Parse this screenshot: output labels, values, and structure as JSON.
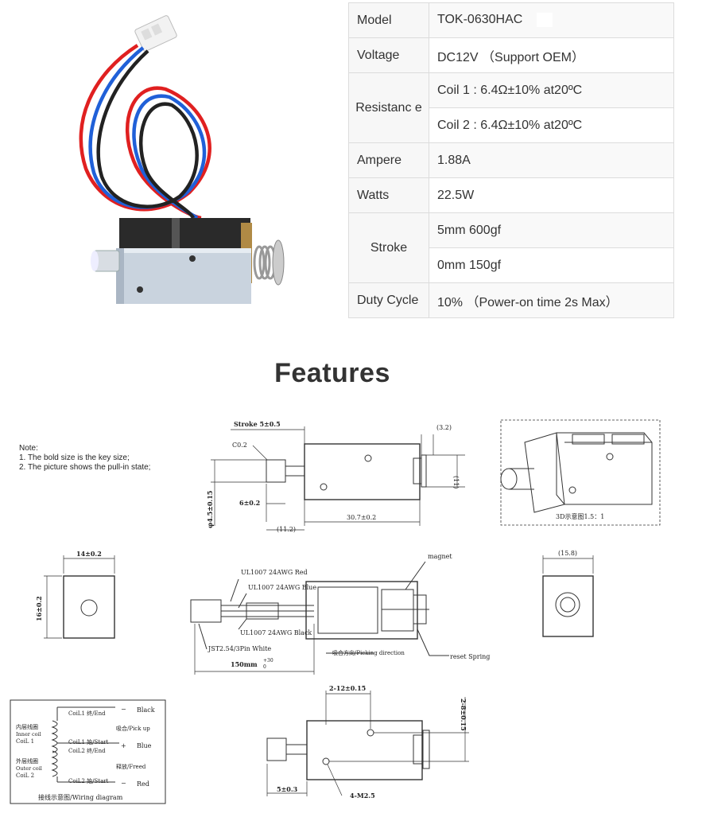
{
  "specs": {
    "rows": [
      {
        "key": "Model",
        "value": "TOK-0630HAC"
      },
      {
        "key": "Voltage",
        "value": "DC12V （Support OEM）"
      },
      {
        "key": "Resistanc e",
        "value": "Coil 1 : 6.4Ω±10%  at20ºC",
        "value2": "Coil 2 : 6.4Ω±10% at20ºC"
      },
      {
        "key": "Ampere",
        "value": "1.88A"
      },
      {
        "key": "Watts",
        "value": "22.5W"
      },
      {
        "key": "Stroke",
        "value": "5mm  600gf",
        "value2": "0mm  150gf"
      },
      {
        "key": "Duty Cycle",
        "value": "10% （Power-on time 2s Max）"
      }
    ]
  },
  "features": {
    "title": "Features"
  },
  "drawing": {
    "note": {
      "title": "Note:",
      "line1": "1. The bold size is the key size;",
      "line2": "2. The picture shows the pull-in state;"
    },
    "dims": {
      "stroke": "Stroke 5±0.5",
      "chamfer": "C0.2",
      "d32": "(3.2)",
      "d11": "(11)",
      "dia": "φ4.5±0.15",
      "six": "6±0.2",
      "len": "30.7±0.2",
      "d112": "(11.2)",
      "view3d": "3D示意图1.5：1",
      "w14": "14±0.2",
      "h16": "16±0.2",
      "d158": "(15.8)",
      "h212": "2-12±0.15",
      "v28": "2-8±0.15",
      "five": "5±0.3",
      "m25": "4-M2.5"
    },
    "wires": {
      "red": "UL1007 24AWG Red",
      "blue": "UL1007 24AWG Blue",
      "black": "UL1007 24AWG Black",
      "jst": "JST2.54/3Pin  White",
      "len": "150mm",
      "tol": "+30",
      "tol0": "0",
      "magnet": "magnet",
      "spring": "reset Spring",
      "direction": "吸合方向/Picking direction"
    },
    "wiring": {
      "black": "Black",
      "blue": "Blue",
      "red": "Red",
      "coil1_end": "CoiL1 终/End",
      "pickup": "吸合/Pick up",
      "coil1_start": "CoiL1 始/Start",
      "coil2_end": "CoiL2 终/End",
      "freed": "释放/Freed",
      "coil2_start": "CoiL2 始/Start",
      "inner_cn": "内层线圈",
      "inner_en": "Inner coil",
      "inner_c": "CoiL 1",
      "outer_cn": "外层线圈",
      "outer_en": "Outer coil",
      "outer_c": "CoiL 2",
      "caption": "接线示意图/Wiring diagram",
      "minus": "−",
      "plus": "+"
    }
  }
}
